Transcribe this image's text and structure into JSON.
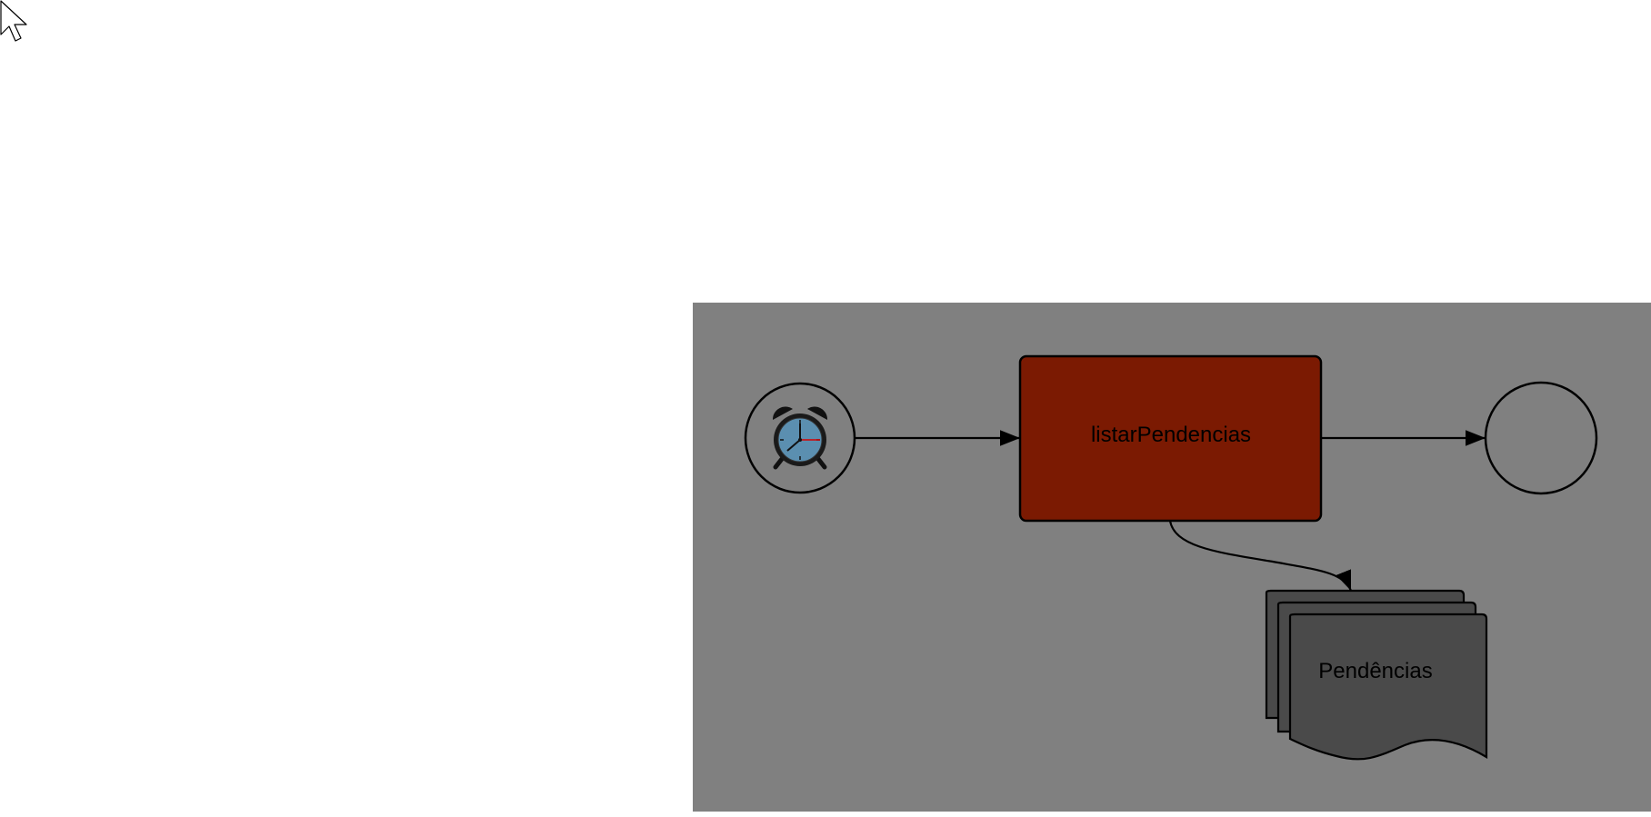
{
  "diagram": {
    "task": {
      "label": "listarPendencias",
      "fill": "#7b1a02"
    },
    "data_collection": {
      "label": "Pendências",
      "fill": "#4a4a4a"
    },
    "start_event": {
      "type": "timer",
      "icon": "alarm-clock-icon"
    },
    "end_event": {
      "type": "none"
    },
    "canvas_fill": "#808080",
    "stroke": "#000000"
  }
}
